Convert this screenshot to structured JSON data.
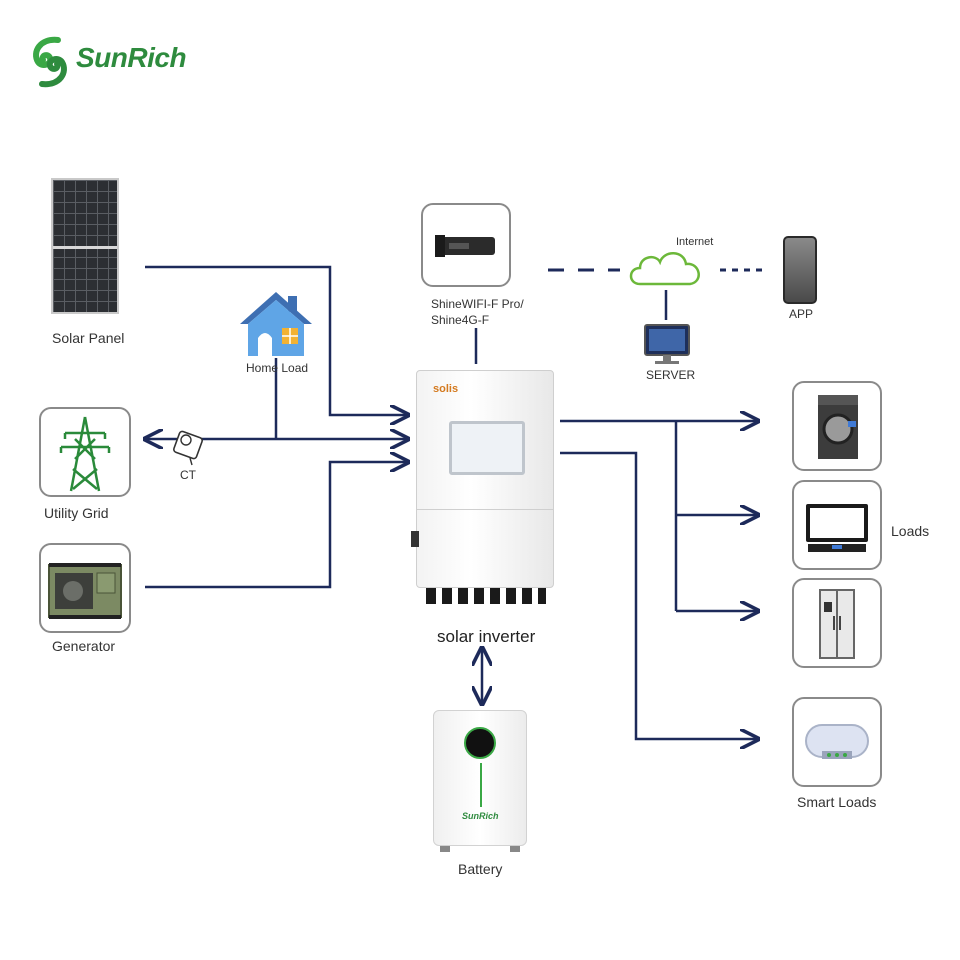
{
  "brand": {
    "name": "SunRich",
    "color": "#2e8b3e"
  },
  "colors": {
    "wire": "#1d2a5a",
    "frame": "#8a8a8a",
    "accent_green": "#3aa845"
  },
  "nodes": {
    "solar_panel": {
      "label": "Solar Panel",
      "icon": "solar-panel-icon"
    },
    "home_load": {
      "label": "Home Load",
      "icon": "house-icon"
    },
    "utility_grid": {
      "label": "Utility Grid",
      "icon": "power-tower-icon"
    },
    "ct": {
      "label": "CT",
      "icon": "current-transformer-icon"
    },
    "generator": {
      "label": "Generator",
      "icon": "generator-icon"
    },
    "wifi_module": {
      "label_line1": "ShineWIFI-F Pro/",
      "label_line2": "Shine4G-F",
      "icon": "wifi-dongle-icon"
    },
    "internet": {
      "label": "Internet",
      "icon": "cloud-icon"
    },
    "app": {
      "label": "APP",
      "icon": "smartphone-icon"
    },
    "server": {
      "label": "SERVER",
      "icon": "monitor-icon"
    },
    "inverter": {
      "label": "solar inverter",
      "brand": "solis",
      "icon": "inverter-icon"
    },
    "battery": {
      "label": "Battery",
      "brand": "SunRich",
      "icon": "battery-icon"
    },
    "loads": {
      "label": "Loads",
      "items": [
        "washing-machine-icon",
        "television-icon",
        "refrigerator-icon"
      ]
    },
    "smart_loads": {
      "label": "Smart Loads",
      "icon": "water-heater-icon"
    }
  }
}
